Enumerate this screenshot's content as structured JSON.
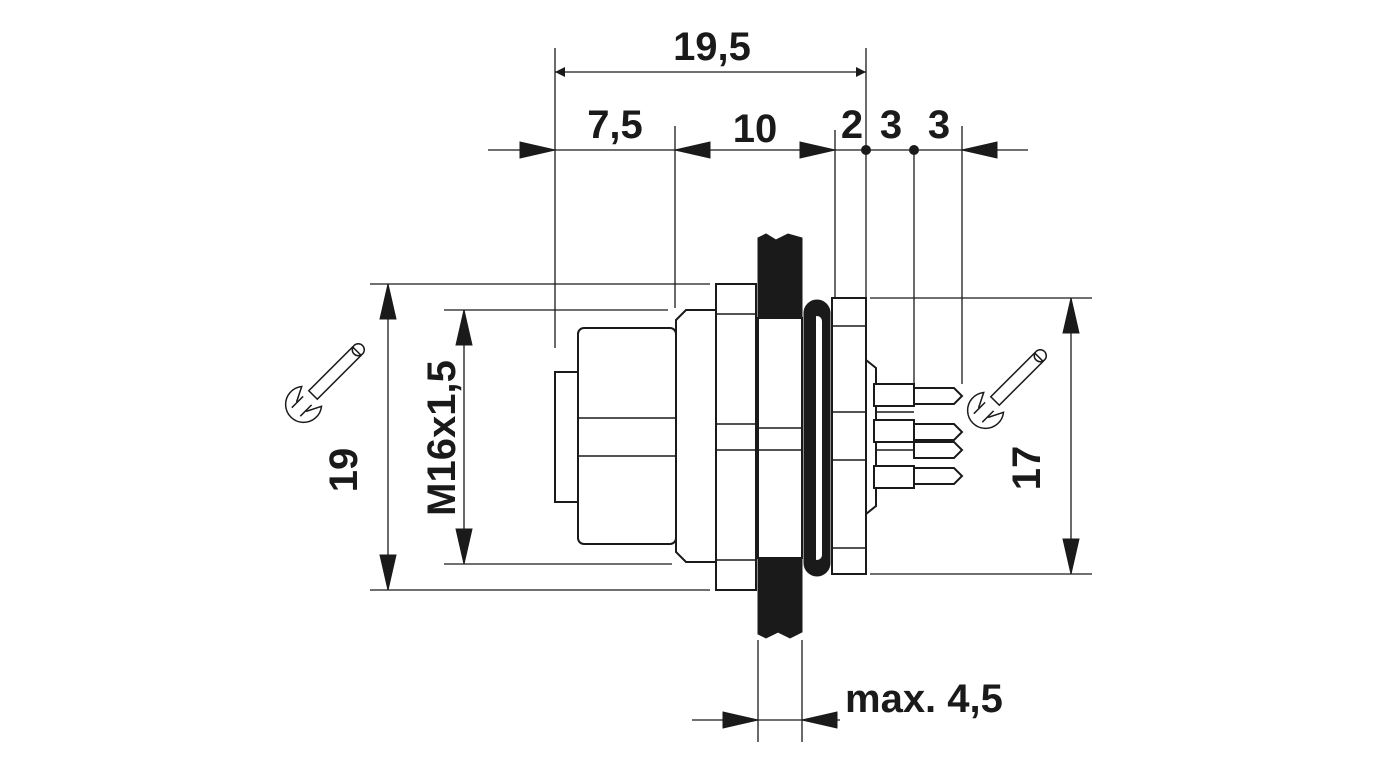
{
  "drawing": {
    "dimensions": {
      "overall_length": "19,5",
      "front_length": "7,5",
      "thread_length": "10",
      "seg_a": "2",
      "seg_b": "3",
      "seg_c": "3",
      "wrench_width_left": "19",
      "thread": "M16x1,5",
      "wrench_width_right": "17",
      "panel_thickness": "max. 4,5"
    },
    "icons": [
      "wrench-icon",
      "wrench-icon"
    ],
    "colors": {
      "ink": "#1a1a1a",
      "background": "#ffffff"
    }
  }
}
